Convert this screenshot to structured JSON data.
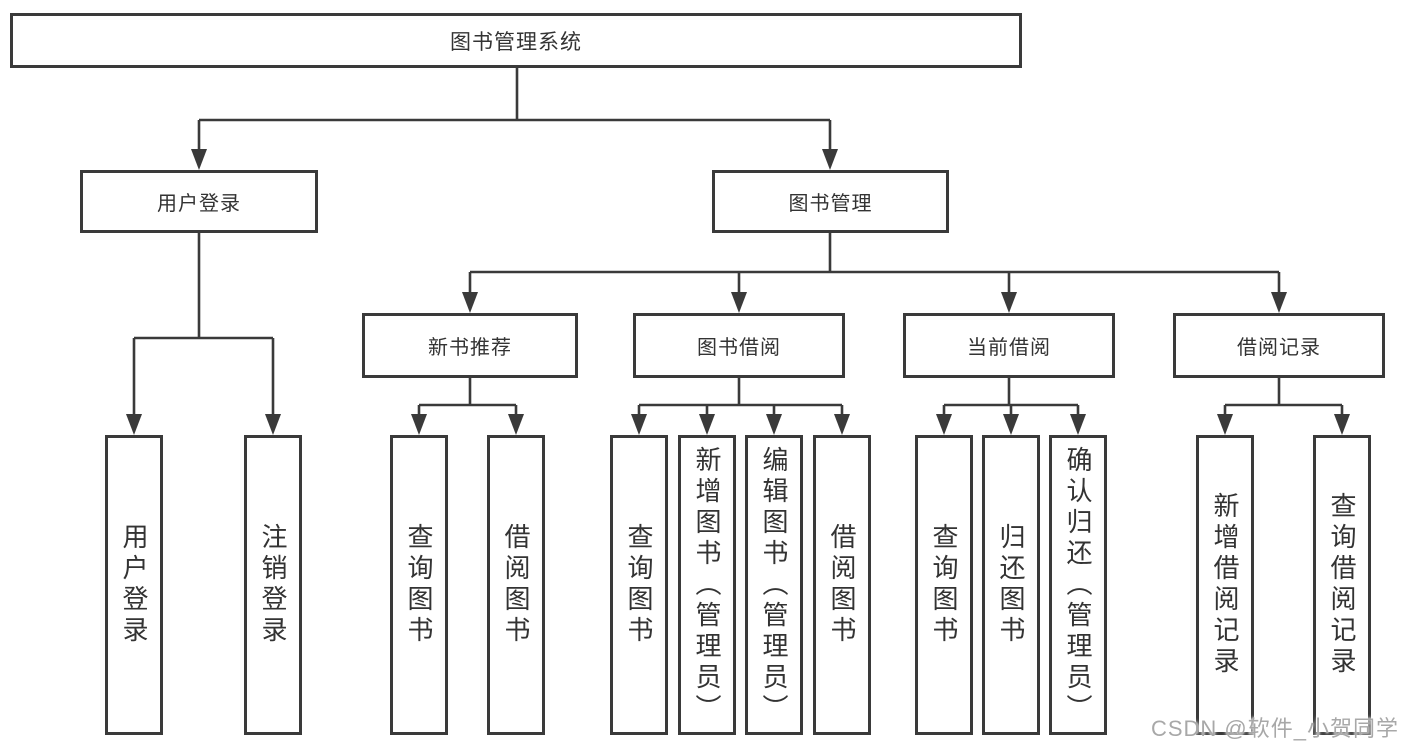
{
  "diagram": {
    "root": {
      "label": "图书管理系统"
    },
    "level2": [
      {
        "label": "用户登录"
      },
      {
        "label": "图书管理"
      }
    ],
    "level3": [
      {
        "label": "新书推荐"
      },
      {
        "label": "图书借阅"
      },
      {
        "label": "当前借阅"
      },
      {
        "label": "借阅记录"
      }
    ],
    "leaves": {
      "user_login": [
        "用户登录",
        "注销登录"
      ],
      "new_book": [
        "查询图书",
        "借阅图书"
      ],
      "book_borrow": [
        "查询图书",
        "新增图书（管理员）",
        "编辑图书（管理员）",
        "借阅图书"
      ],
      "current_borrow": [
        "查询图书",
        "归还图书",
        "确认归还（管理员）"
      ],
      "borrow_records": [
        "新增借阅记录",
        "查询借阅记录"
      ]
    }
  },
  "watermark": {
    "text": "CSDN @软件_小贺同学"
  },
  "colors": {
    "line": "#3a3a3a",
    "text": "#333333",
    "watermark": "#a8a8a8"
  }
}
